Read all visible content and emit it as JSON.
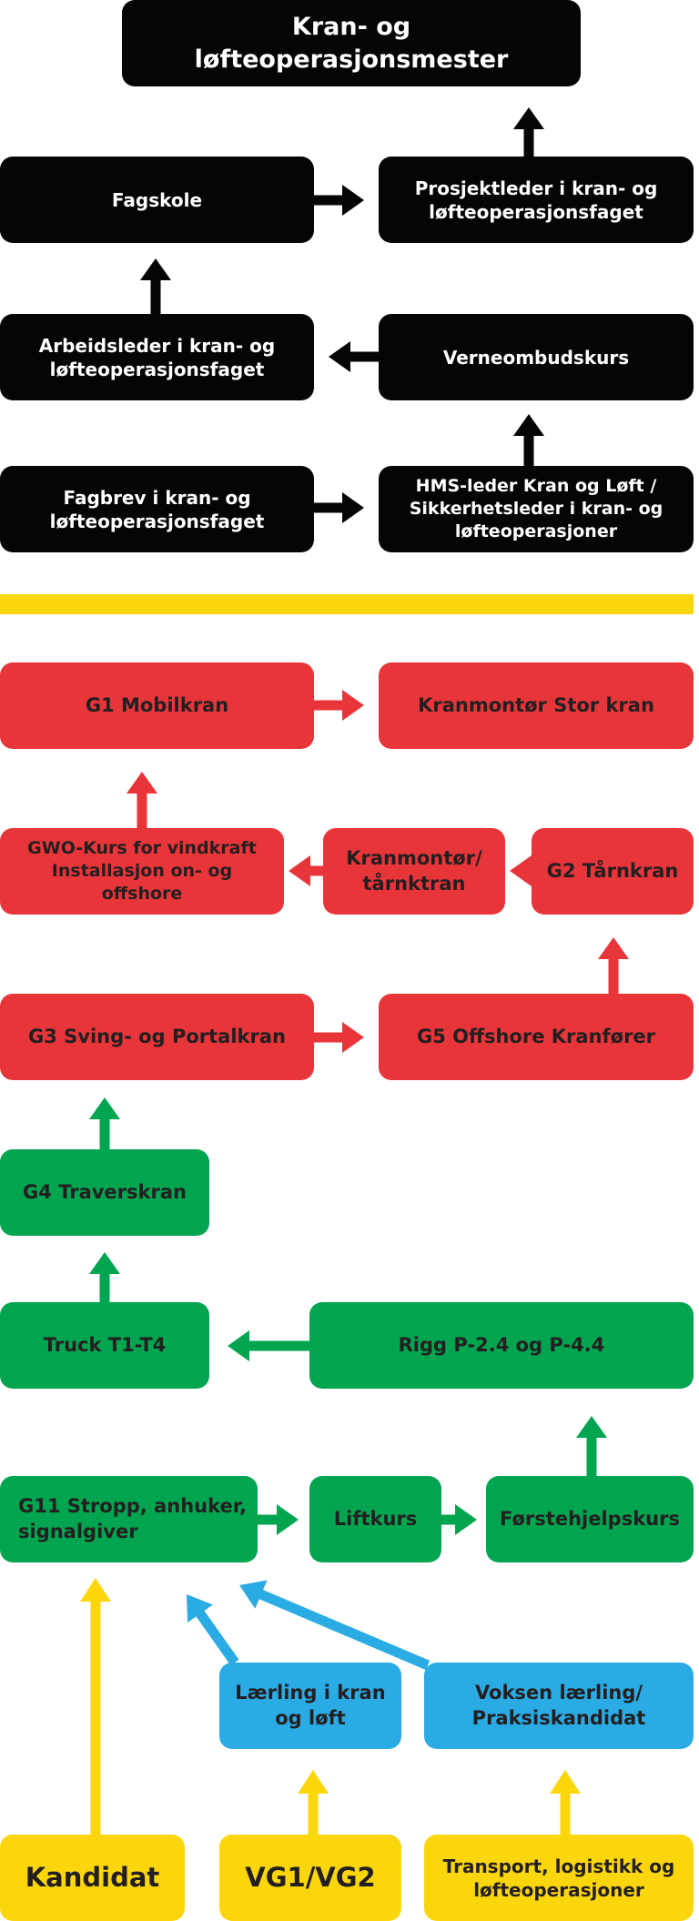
{
  "top": {
    "master": "Kran- og løfteoperasjonsmester",
    "fagskole": "Fagskole",
    "prosjektleder": "Prosjektleder i kran- og løfteoperasjonsfaget",
    "arbeidsleder": "Arbeidsleder i kran- og løfteoperasjonsfaget",
    "verneombud": "Verneombudskurs",
    "fagbrev": "Fagbrev i kran- og løfteoperasjonsfaget",
    "hms": "HMS-leder Kran og Løft / Sikkerhetsleder i kran- og løfteoperasjoner"
  },
  "red": {
    "g1": "G1 Mobilkran",
    "kranmontor_stor": "Kranmontør Stor kran",
    "gwo": "GWO-Kurs for vindkraft Installasjon on- og offshore",
    "kranmontor_tarn": "Kranmontør/ tårnktran",
    "g2": "G2 Tårnkran",
    "g3": "G3 Sving- og Portalkran",
    "g5": "G5 Offshore Kranfører"
  },
  "green": {
    "g4": "G4 Traverskran",
    "truck": "Truck T1-T4",
    "rigg": "Rigg P-2.4 og P-4.4",
    "g11": "G11 Stropp, anhuker, signalgiver",
    "liftkurs": "Liftkurs",
    "forstehjelp": "Førstehjelpskurs"
  },
  "blue": {
    "laerling": "Lærling i kran og løft",
    "voksen": "Voksen lærling/ Praksiskandidat"
  },
  "yellow": {
    "kandidat": "Kandidat",
    "vg": "VG1/VG2",
    "transport": "Transport, logistikk og løfteoperasjoner"
  },
  "colors": {
    "black": "#050505",
    "red": "#e8353a",
    "green": "#01a550",
    "blue": "#2aabe4",
    "yellow": "#fcd60c",
    "dark_text": "#231f20"
  }
}
